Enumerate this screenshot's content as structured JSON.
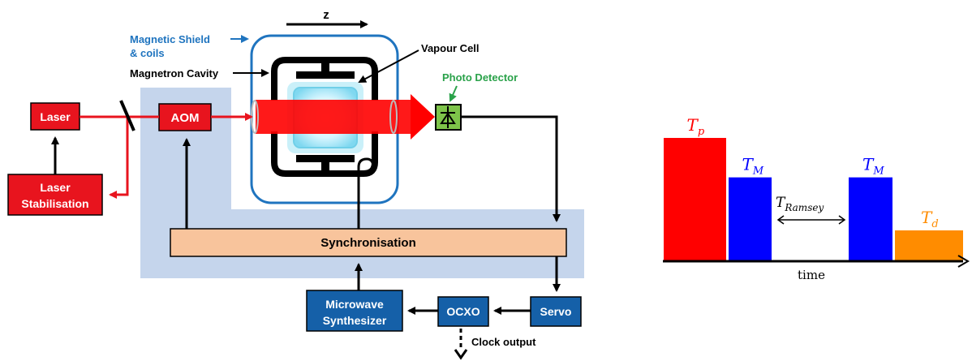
{
  "diagram": {
    "z_axis_label": "z",
    "magnetic_shield_line1": "Magnetic Shield",
    "magnetic_shield_line2": "& coils",
    "magnetron_cavity": "Magnetron Cavity",
    "vapour_cell": "Vapour Cell",
    "photo_detector": "Photo Detector",
    "laser": "Laser",
    "laser_stab_line1": "Laser",
    "laser_stab_line2": "Stabilisation",
    "aom": "AOM",
    "synchronisation": "Synchronisation",
    "microwave_line1": "Microwave",
    "microwave_line2": "Synthesizer",
    "ocxo": "OCXO",
    "servo": "Servo",
    "clock_output": "Clock output"
  },
  "timing": {
    "bars": [
      {
        "label_base": "T",
        "label_sub": "p",
        "relative_height": 1.0,
        "color": "#ff0000"
      },
      {
        "label_base": "T",
        "label_sub": "M",
        "relative_height": 0.68,
        "color": "#0000ff"
      },
      {
        "label_base": "T",
        "label_sub": "M",
        "relative_height": 0.68,
        "color": "#0000ff"
      },
      {
        "label_base": "T",
        "label_sub": "d",
        "relative_height": 0.25,
        "color": "#ff8c00"
      }
    ],
    "ramsey_base": "T",
    "ramsey_sub": "Ramsey",
    "time_label": "time"
  },
  "colors": {
    "laser_red": "#e8141e",
    "beam_red": "#ff0000",
    "box_blue": "#1560a8",
    "shield_blue": "#1f74bf",
    "shield_label": "#1f74bf",
    "sync_fill": "#f8c49c",
    "backdrop": "#c5d5ec",
    "detector_green": "#7ec44a",
    "detector_label": "#2aa24a"
  }
}
